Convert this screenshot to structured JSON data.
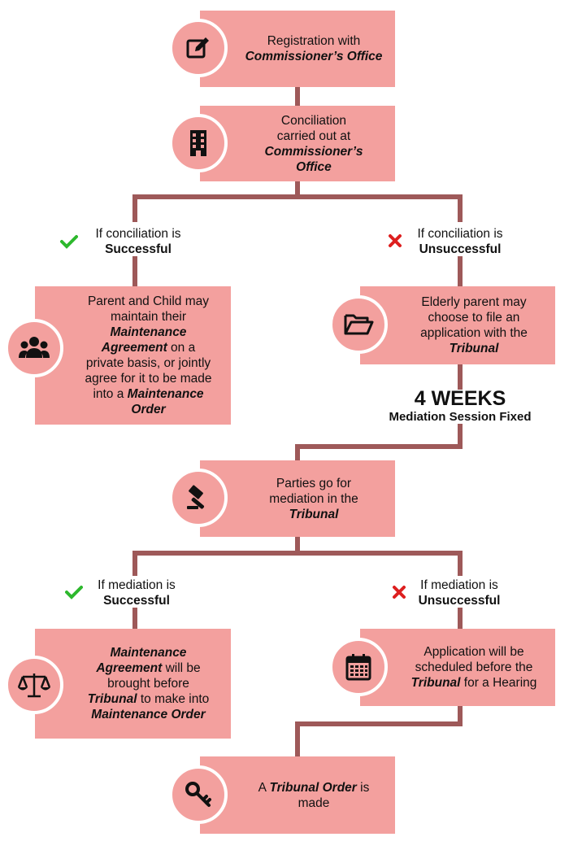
{
  "steps": {
    "registration": {
      "line1": "Registration with",
      "bold": "Commissioner’s Office"
    },
    "conciliation": {
      "line1": "Conciliation",
      "line2": "carried out at",
      "bold1": "Commissioner’s",
      "bold2": "Office"
    },
    "conciliation_success": {
      "line1": "If conciliation is",
      "strong": "Successful"
    },
    "conciliation_fail": {
      "line1": "If conciliation is",
      "strong": "Unsuccessful"
    },
    "private_agreement": {
      "line1": "Parent and Child may",
      "line2": "maintain their",
      "bold1": "Maintenance",
      "bold2": "Agreement",
      "after_bold2": " on a",
      "line5": "private basis, or jointly",
      "line6": "agree for it to be made",
      "line7_pre": "into a ",
      "bold3": "Maintenance",
      "bold4": "Order"
    },
    "file_application": {
      "line1": "Elderly parent may",
      "line2": "choose to file an",
      "line3": "application with the",
      "bold": "Tribunal"
    },
    "weeks": {
      "big": "4 WEEKS",
      "small": "Mediation Session Fixed"
    },
    "mediation": {
      "line1": "Parties go for",
      "line2": "mediation in the",
      "bold": "Tribunal"
    },
    "mediation_success": {
      "line1": "If mediation is",
      "strong": "Successful"
    },
    "mediation_fail": {
      "line1": "If mediation is",
      "strong": "Unsuccessful"
    },
    "agreement_before_tribunal": {
      "bold1": "Maintenance",
      "bold2": "Agreement",
      "after_bold2": " will be",
      "line3": "brought before",
      "bold3": "Tribunal",
      "after_bold3": " to make into",
      "bold4": "Maintenance Order"
    },
    "hearing": {
      "line1": "Application will be",
      "line2": "scheduled before the",
      "bold": "Tribunal",
      "after_bold": " for a Hearing"
    },
    "order": {
      "pre": "A ",
      "bold": "Tribunal Order",
      "post": " is",
      "line2": "made"
    }
  },
  "icons": {
    "registration": "edit-icon",
    "conciliation": "building-icon",
    "private_agreement": "group-icon",
    "file_application": "folder-open-icon",
    "mediation": "gavel-icon",
    "agreement_before_tribunal": "scales-icon",
    "hearing": "calendar-icon",
    "order": "key-icon",
    "success": "check-icon",
    "fail": "cross-icon"
  },
  "colors": {
    "box": "#f3a09e",
    "connector": "#9e5959",
    "success": "#2db82d",
    "fail": "#dd1f1f"
  }
}
